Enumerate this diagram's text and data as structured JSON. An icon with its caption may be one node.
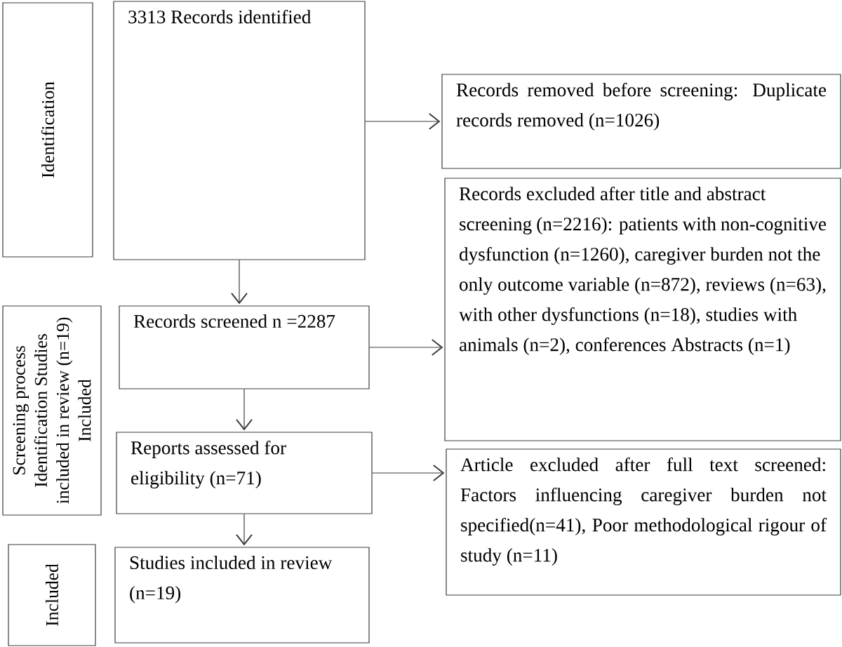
{
  "diagram": {
    "nodes": [
      {
        "text": [
          "Identification"
        ]
      },
      {
        "text": [
          "Screening process Identification Studies included in review (n=19) Included"
        ]
      },
      {
        "text": [
          "Included"
        ]
      },
      {
        "text": [
          "3313 Records identified"
        ]
      },
      {
        "text": [
          "Records screened n =2287"
        ]
      },
      {
        "text": [
          "Reports assessed for eligibility (n=71)"
        ]
      },
      {
        "text": [
          "Studies included in review (n=19)"
        ]
      },
      {
        "text": [
          "Records removed before screening: Duplicate records removed (n=1026)"
        ]
      },
      {
        "text": [
          "Records excluded after title and abstract screening (n=2216): patients with non-cognitive dysfunction (n=1260), caregiver burden not the only outcome variable (n=872), reviews (n=63), with other dysfunctions (n=18), studies with animals (n=2), conferences Abstracts (n=1)"
        ]
      },
      {
        "text": [
          "Article excluded after full text screened: Factors influencing caregiver burden not specified(n=41), Poor methodological rigour of study (n=11)"
        ]
      }
    ],
    "edges": [
      {
        "from": 3,
        "to": 4,
        "arrow": "to"
      },
      {
        "from": 4,
        "to": 5,
        "arrow": "to"
      },
      {
        "from": 5,
        "to": 6,
        "arrow": "to"
      },
      {
        "from": 3,
        "to": 7,
        "arrow": "to"
      },
      {
        "from": 4,
        "to": 8,
        "arrow": "to"
      },
      {
        "from": 5,
        "to": 9,
        "arrow": "to"
      }
    ]
  }
}
